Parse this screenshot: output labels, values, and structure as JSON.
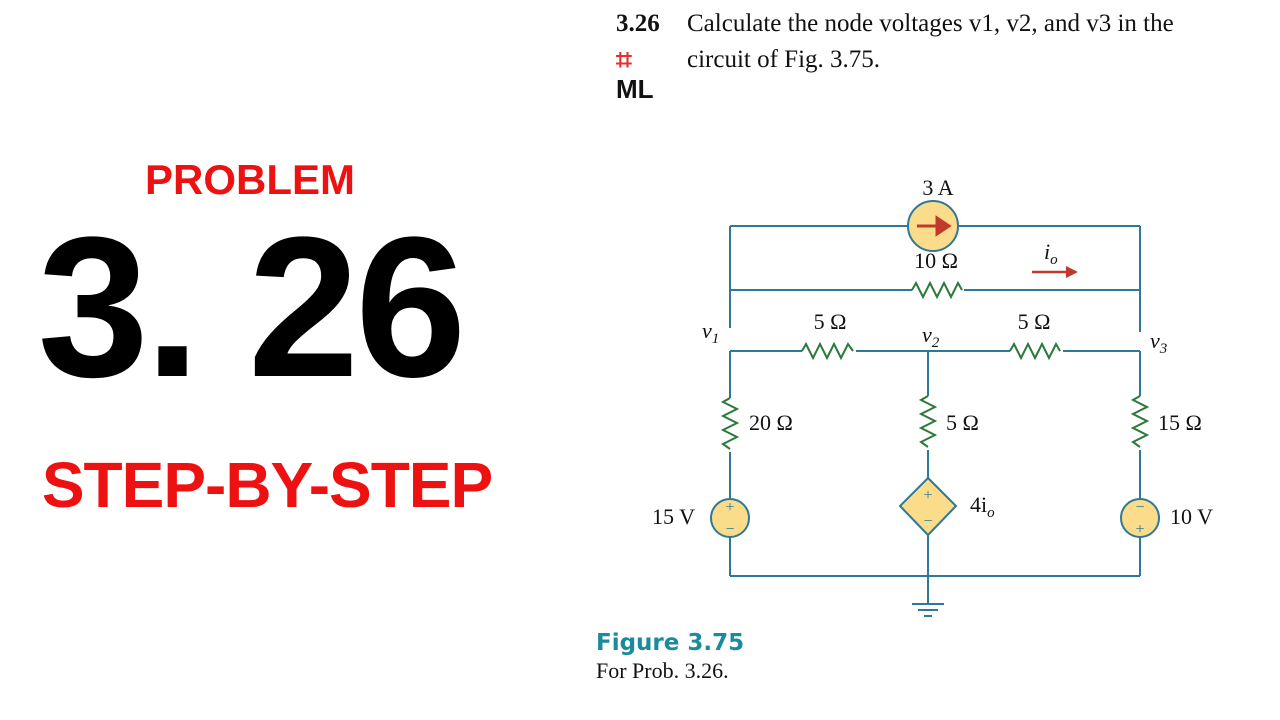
{
  "title_card": {
    "label_problem": "PROBLEM",
    "number": "3. 26",
    "label_step": "STEP-BY-STEP",
    "text_color_red": "#ee1111"
  },
  "problem": {
    "number": "3.26",
    "line1": "Calculate the node voltages v1, v2, and v3 in the",
    "line2": "circuit of Fig. 3.75.",
    "badge": {
      "hash": "⌗",
      "text": "ML",
      "hash_color": "#e53030"
    }
  },
  "circuit": {
    "wire_color": "#2f7896",
    "component_fill": "#fbdc8a",
    "resistor_color": "#2a7a3a",
    "arrow_color": "#c0392b",
    "labels": {
      "current_source": "3 A",
      "r_top": "10 Ω",
      "io": "i",
      "io_sub": "o",
      "v1": "v",
      "v1_sub": "1",
      "v2": "v",
      "v2_sub": "2",
      "v3": "v",
      "v3_sub": "3",
      "r_left_mid": "5 Ω",
      "r_right_mid": "5 Ω",
      "r_left_down": "20 Ω",
      "r_center_down": "5 Ω",
      "r_right_down": "15 Ω",
      "v_left": "15 V",
      "v_dep": "4i",
      "v_dep_sub": "o",
      "v_right": "10 V",
      "plus": "+",
      "minus": "−"
    }
  },
  "caption": {
    "title": "Figure 3.75",
    "subtitle": "For Prob. 3.26."
  }
}
